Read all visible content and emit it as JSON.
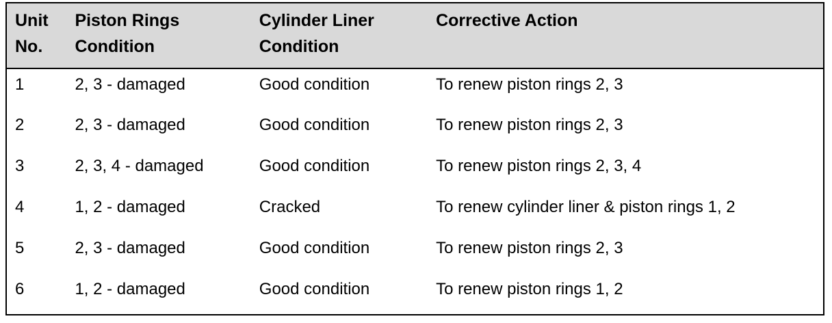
{
  "table": {
    "title": "engine-unit-inspection-table",
    "headers": {
      "unit_no": "Unit\nNo.",
      "piston_rings_condition": "Piston Rings\nCondition",
      "cylinder_liner_condition": "Cylinder Liner\nCondition",
      "corrective_action": "Corrective Action"
    },
    "rows": [
      {
        "unit_no": "1",
        "piston_rings_condition": "2, 3 - damaged",
        "cylinder_liner_condition": "Good condition",
        "corrective_action": "To renew piston rings 2, 3"
      },
      {
        "unit_no": "2",
        "piston_rings_condition": "2, 3 - damaged",
        "cylinder_liner_condition": "Good condition",
        "corrective_action": "To renew piston rings 2, 3"
      },
      {
        "unit_no": "3",
        "piston_rings_condition": "2, 3, 4 - damaged",
        "cylinder_liner_condition": "Good condition",
        "corrective_action": "To renew piston rings 2, 3, 4"
      },
      {
        "unit_no": "4",
        "piston_rings_condition": "1, 2 - damaged",
        "cylinder_liner_condition": "Cracked",
        "corrective_action": "To renew cylinder liner & piston rings 1, 2"
      },
      {
        "unit_no": "5",
        "piston_rings_condition": "2, 3 - damaged",
        "cylinder_liner_condition": "Good condition",
        "corrective_action": "To renew piston rings 2, 3"
      },
      {
        "unit_no": "6",
        "piston_rings_condition": "1, 2 - damaged",
        "cylinder_liner_condition": "Good condition",
        "corrective_action": "To renew piston rings 1, 2"
      }
    ],
    "colors": {
      "header_bg": "#d9d9d9",
      "border": "#000000",
      "text": "#000000",
      "page_bg": "#ffffff"
    }
  }
}
